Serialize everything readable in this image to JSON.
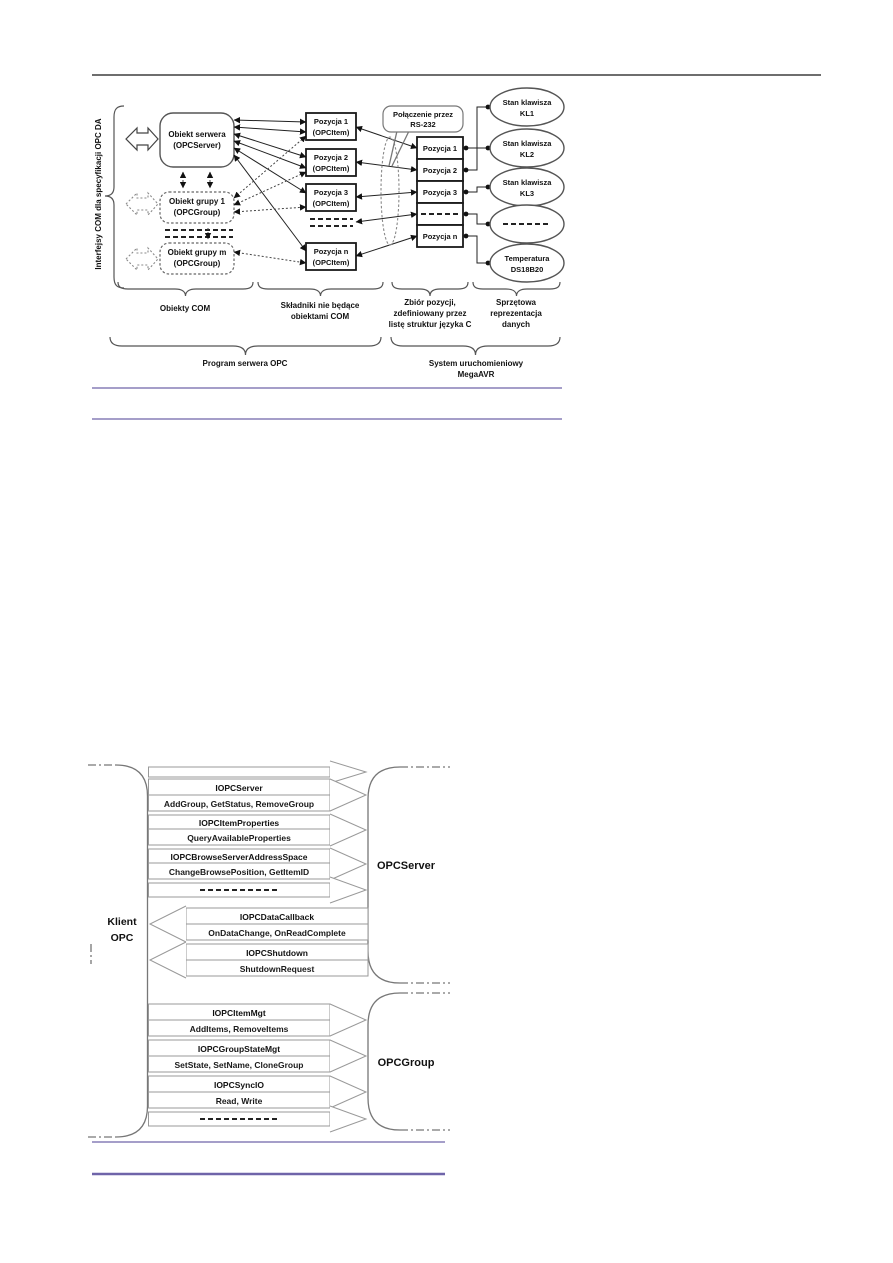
{
  "colors": {
    "accent_rule": "#6f64a9",
    "top_rule": "#3f3f3f"
  },
  "figure1": {
    "com_interfaces_label": "Interfejsy COM dla specyfikacji OPC DA",
    "server_object": [
      "Obiekt serwera",
      "(OPCServer)"
    ],
    "group_object_1": [
      "Obiekt grupy 1",
      "(OPCGroup)"
    ],
    "group_object_m": [
      "Obiekt grupy m",
      "(OPCGroup)"
    ],
    "items": [
      [
        "Pozycja 1",
        "(OPCItem)"
      ],
      [
        "Pozycja 2",
        "(OPCItem)"
      ],
      [
        "Pozycja 3",
        "(OPCItem)"
      ],
      [
        "Pozycja n",
        "(OPCItem)"
      ]
    ],
    "callout": [
      "Połączenie przez",
      "RS-232"
    ],
    "positions_table": [
      "Pozycja 1",
      "Pozycja 2",
      "Pozycja 3",
      "Pozycja n"
    ],
    "sensors": [
      [
        "Stan klawisza",
        "KL1"
      ],
      [
        "Stan klawisza",
        "KL2"
      ],
      [
        "Stan klawisza",
        "KL3"
      ],
      [
        "Temperatura",
        "DS18B20"
      ]
    ],
    "brace_labels": {
      "com_objects": "Obiekty COM",
      "non_com": [
        "Składniki nie będące",
        "obiektami COM"
      ],
      "positions_set": [
        "Zbiór pozycji,",
        "zdefiniowany przez",
        "listę struktur języka C"
      ],
      "hardware": [
        "Sprzętowa",
        "reprezentacja",
        "danych"
      ]
    },
    "bottom_braces": {
      "opc_server_program": "Program serwera OPC",
      "megaavr": [
        "System uruchomieniowy",
        "MegaAVR"
      ]
    }
  },
  "figure2": {
    "client": [
      "Klient",
      "OPC"
    ],
    "opcserver_label": "OPCServer",
    "opcgroup_label": "OPCGroup",
    "server_interfaces": [
      {
        "name": "IOPCServer",
        "methods": "AddGroup, GetStatus, RemoveGroup"
      },
      {
        "name": "IOPCItemProperties",
        "methods": "QueryAvailableProperties"
      },
      {
        "name": "IOPCBrowseServerAddressSpace",
        "methods": "ChangeBrowsePosition, GetItemID"
      }
    ],
    "client_interfaces": [
      {
        "name": "IOPCDataCallback",
        "methods": "OnDataChange, OnReadComplete"
      },
      {
        "name": "IOPCShutdown",
        "methods": "ShutdownRequest"
      }
    ],
    "group_interfaces": [
      {
        "name": "IOPCItemMgt",
        "methods": "AddItems, RemoveItems"
      },
      {
        "name": "IOPCGroupStateMgt",
        "methods": "SetState, SetName, CloneGroup"
      },
      {
        "name": "IOPCSyncIO",
        "methods": "Read, Write"
      }
    ]
  }
}
